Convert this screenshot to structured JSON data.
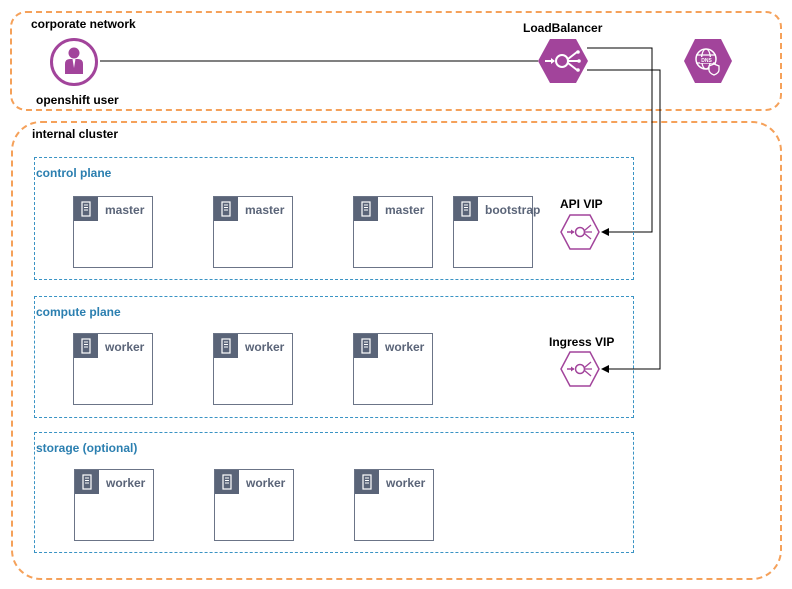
{
  "zones": {
    "corporate": {
      "label": "corporate network"
    },
    "internal": {
      "label": "internal cluster"
    }
  },
  "user": {
    "label": "openshift user"
  },
  "load_balancer": {
    "label": "LoadBalancer"
  },
  "groups": {
    "control_plane": {
      "label": "control plane",
      "nodes": [
        "master",
        "master",
        "master",
        "bootstrap"
      ]
    },
    "compute_plane": {
      "label": "compute plane",
      "nodes": [
        "worker",
        "worker",
        "worker"
      ]
    },
    "storage": {
      "label": "storage (optional)",
      "nodes": [
        "worker",
        "worker",
        "worker"
      ]
    }
  },
  "vips": {
    "api": {
      "label": "API VIP"
    },
    "ingress": {
      "label": "Ingress VIP"
    }
  },
  "dns": {
    "icon": "dns-icon",
    "text": "DNS"
  },
  "colors": {
    "zone_border": "#f5a15a",
    "group_border": "#3a93c4",
    "group_label": "#2b7fb0",
    "node": "#5a6478",
    "purple": "#a2449b"
  }
}
